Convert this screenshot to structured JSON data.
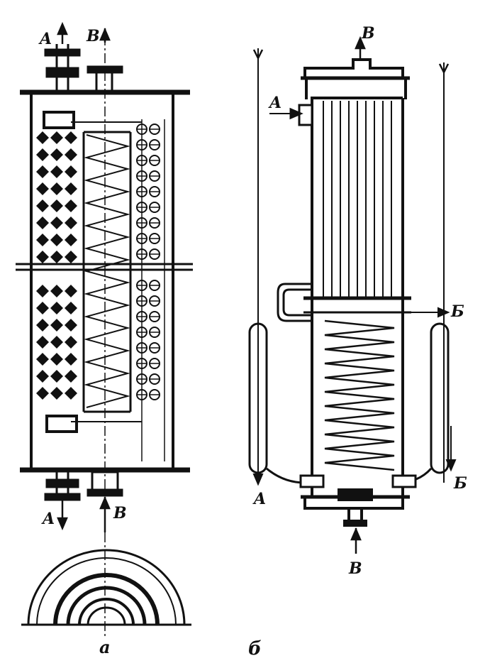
{
  "labels": {
    "a": {
      "top_left": "A",
      "top_right": "B",
      "bottom_left": "A",
      "bottom_right": "B",
      "caption": "a"
    },
    "b": {
      "top": "B",
      "inlet_left": "A",
      "side_right": "Б",
      "bottom_left": "A",
      "bottom_right": "Б",
      "bottom": "B",
      "caption": "б"
    }
  }
}
